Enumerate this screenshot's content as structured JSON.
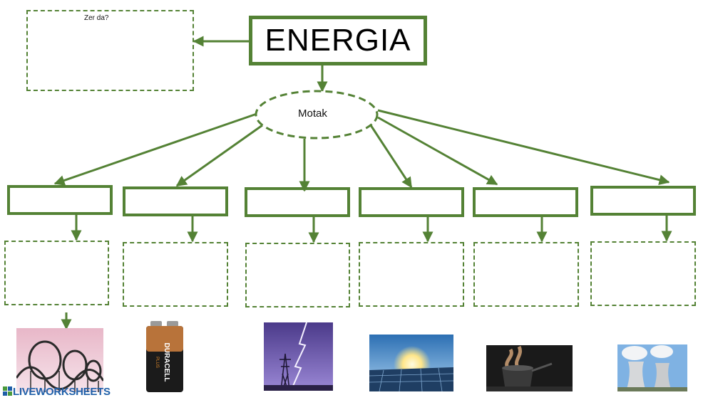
{
  "main": {
    "title": "ENERGIA",
    "question_label": "Zer da?",
    "types_label": "Motak"
  },
  "answer_rows": {
    "type_boxes": [
      "",
      "",
      "",
      "",
      "",
      ""
    ],
    "example_boxes": [
      "",
      "",
      "",
      "",
      "",
      ""
    ]
  },
  "images": [
    {
      "icon": "roller-coaster-image"
    },
    {
      "icon": "battery-image",
      "brand": "DURACELL",
      "sub": "PLUS"
    },
    {
      "icon": "lightning-tower-image"
    },
    {
      "icon": "solar-panel-image"
    },
    {
      "icon": "boiling-pot-image"
    },
    {
      "icon": "cooling-towers-image"
    }
  ],
  "footer": {
    "logo_text": "LIVEWORKSHEETS"
  },
  "colors": {
    "accent": "#548235"
  }
}
